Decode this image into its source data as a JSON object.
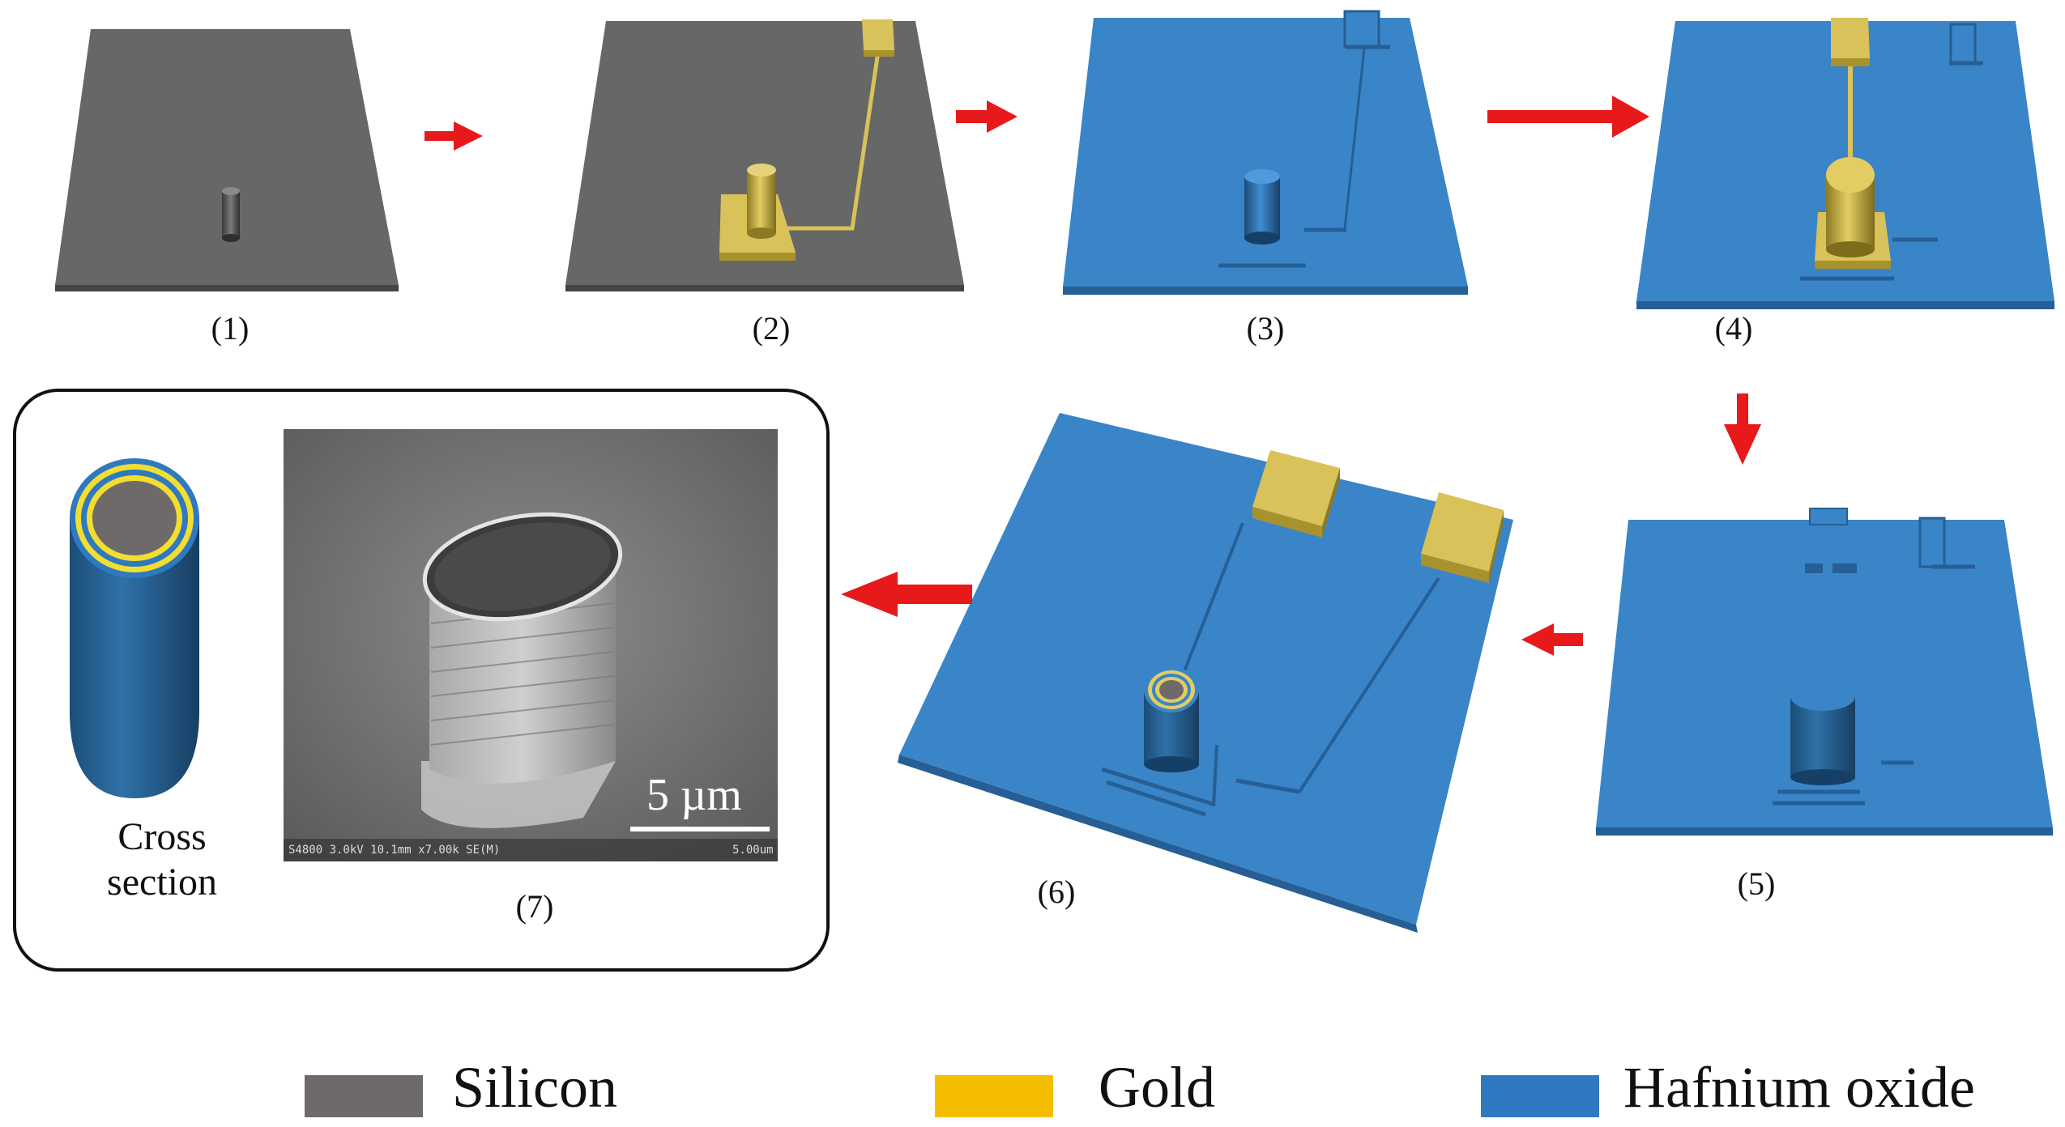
{
  "steps": [
    {
      "label": "(1)"
    },
    {
      "label": "(2)"
    },
    {
      "label": "(3)"
    },
    {
      "label": "(4)"
    },
    {
      "label": "(5)"
    },
    {
      "label": "(6)"
    },
    {
      "label": "(7)"
    }
  ],
  "inset": {
    "cross_section_line1": "Cross",
    "cross_section_line2": "section",
    "scale_bar": "5 µm",
    "sem_caption_left": "S4800 3.0kV 10.1mm x7.00k SE(M)",
    "sem_caption_right": "5.00um"
  },
  "legend": [
    {
      "label": "Silicon",
      "color": "#6e6a6a"
    },
    {
      "label": "Gold",
      "color": "#f5bd00"
    },
    {
      "label": "Hafnium oxide",
      "color": "#2f79c0"
    }
  ],
  "colors": {
    "silicon_top": "#676767",
    "silicon_edge": "#4a4a4a",
    "hafnium_top": "#3a85c7",
    "hafnium_edge": "#255f95",
    "gold": "#d9c25a",
    "gold_dark": "#a8922e",
    "arrow": "#e8191b"
  }
}
